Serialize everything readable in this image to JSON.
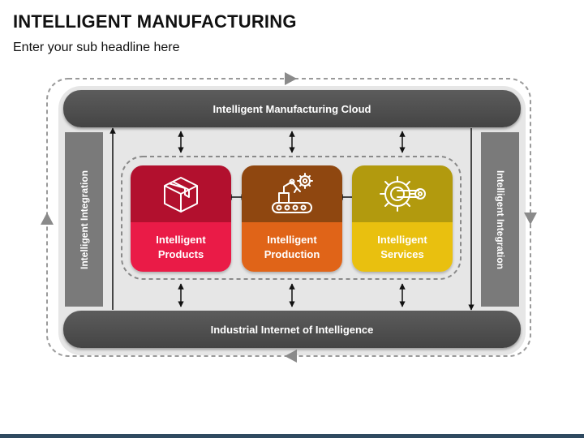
{
  "title": "INTELLIGENT MANUFACTURING",
  "subtitle": "Enter your sub headline here",
  "top_bar": "Intelligent Manufacturing Cloud",
  "bottom_bar": "Industrial Internet of Intelligence",
  "left_side": "Intelligent Integration",
  "right_side": "Intelligent Integration",
  "cards": [
    {
      "line1": "Intelligent",
      "line2": "Products",
      "icon": "box-icon"
    },
    {
      "line1": "Intelligent",
      "line2": "Production",
      "icon": "conveyor-robot-icon"
    },
    {
      "line1": "Intelligent",
      "line2": "Services",
      "icon": "gear-wrench-icon"
    }
  ],
  "colors": {
    "products_dark": "#b2102e",
    "products_light": "#ea1b47",
    "production_dark": "#8f4710",
    "production_light": "#e06418",
    "services_dark": "#b29a0e",
    "services_light": "#e9c00f",
    "bar": "#4f4f4f",
    "side": "#7a7a7a",
    "panel": "#e6e6e6"
  }
}
